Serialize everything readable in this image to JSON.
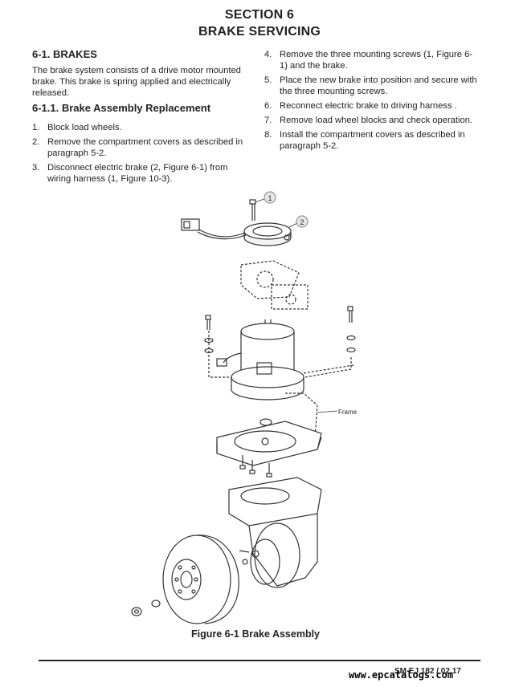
{
  "header": {
    "section": "SECTION 6",
    "title": "BRAKE SERVICING"
  },
  "brakes": {
    "heading": "6-1. BRAKES",
    "intro": [
      "The brake system consists of a drive motor mounted",
      "brake. This brake is spring applied and electrically",
      "released."
    ]
  },
  "replacement": {
    "heading": "6-1.1. Brake Assembly Replacement",
    "steps_left": [
      {
        "num": "1.",
        "lines": [
          "Block load wheels."
        ]
      },
      {
        "num": "2.",
        "lines": [
          "Remove the compartment covers as described in",
          "paragraph 5-2."
        ]
      },
      {
        "num": "3.",
        "lines": [
          "Disconnect electric brake (2, Figure 6-1) from",
          "wiring harness (1, Figure 10-3)."
        ]
      }
    ],
    "steps_right": [
      {
        "num": "4.",
        "lines": [
          "Remove the three mounting screws (1, Figure 6-",
          "1) and the brake."
        ]
      },
      {
        "num": "5.",
        "lines": [
          "Place the new brake into position and secure with",
          "the three mounting screws."
        ]
      },
      {
        "num": "6.",
        "lines": [
          "Reconnect electric brake to driving harness ."
        ]
      },
      {
        "num": "7.",
        "lines": [
          "Remove load wheel blocks and check operation."
        ]
      },
      {
        "num": "8.",
        "lines": [
          "Install the compartment covers as described in",
          "paragraph 5-2."
        ]
      }
    ]
  },
  "figure": {
    "callout_1": "1",
    "callout_2": "2",
    "frame_label": "Frame",
    "caption": "Figure 6-1 Brake Assembly"
  },
  "footer": {
    "code": "SM EJ 182 / 02.17",
    "url": "www.epcatalogs.com"
  }
}
